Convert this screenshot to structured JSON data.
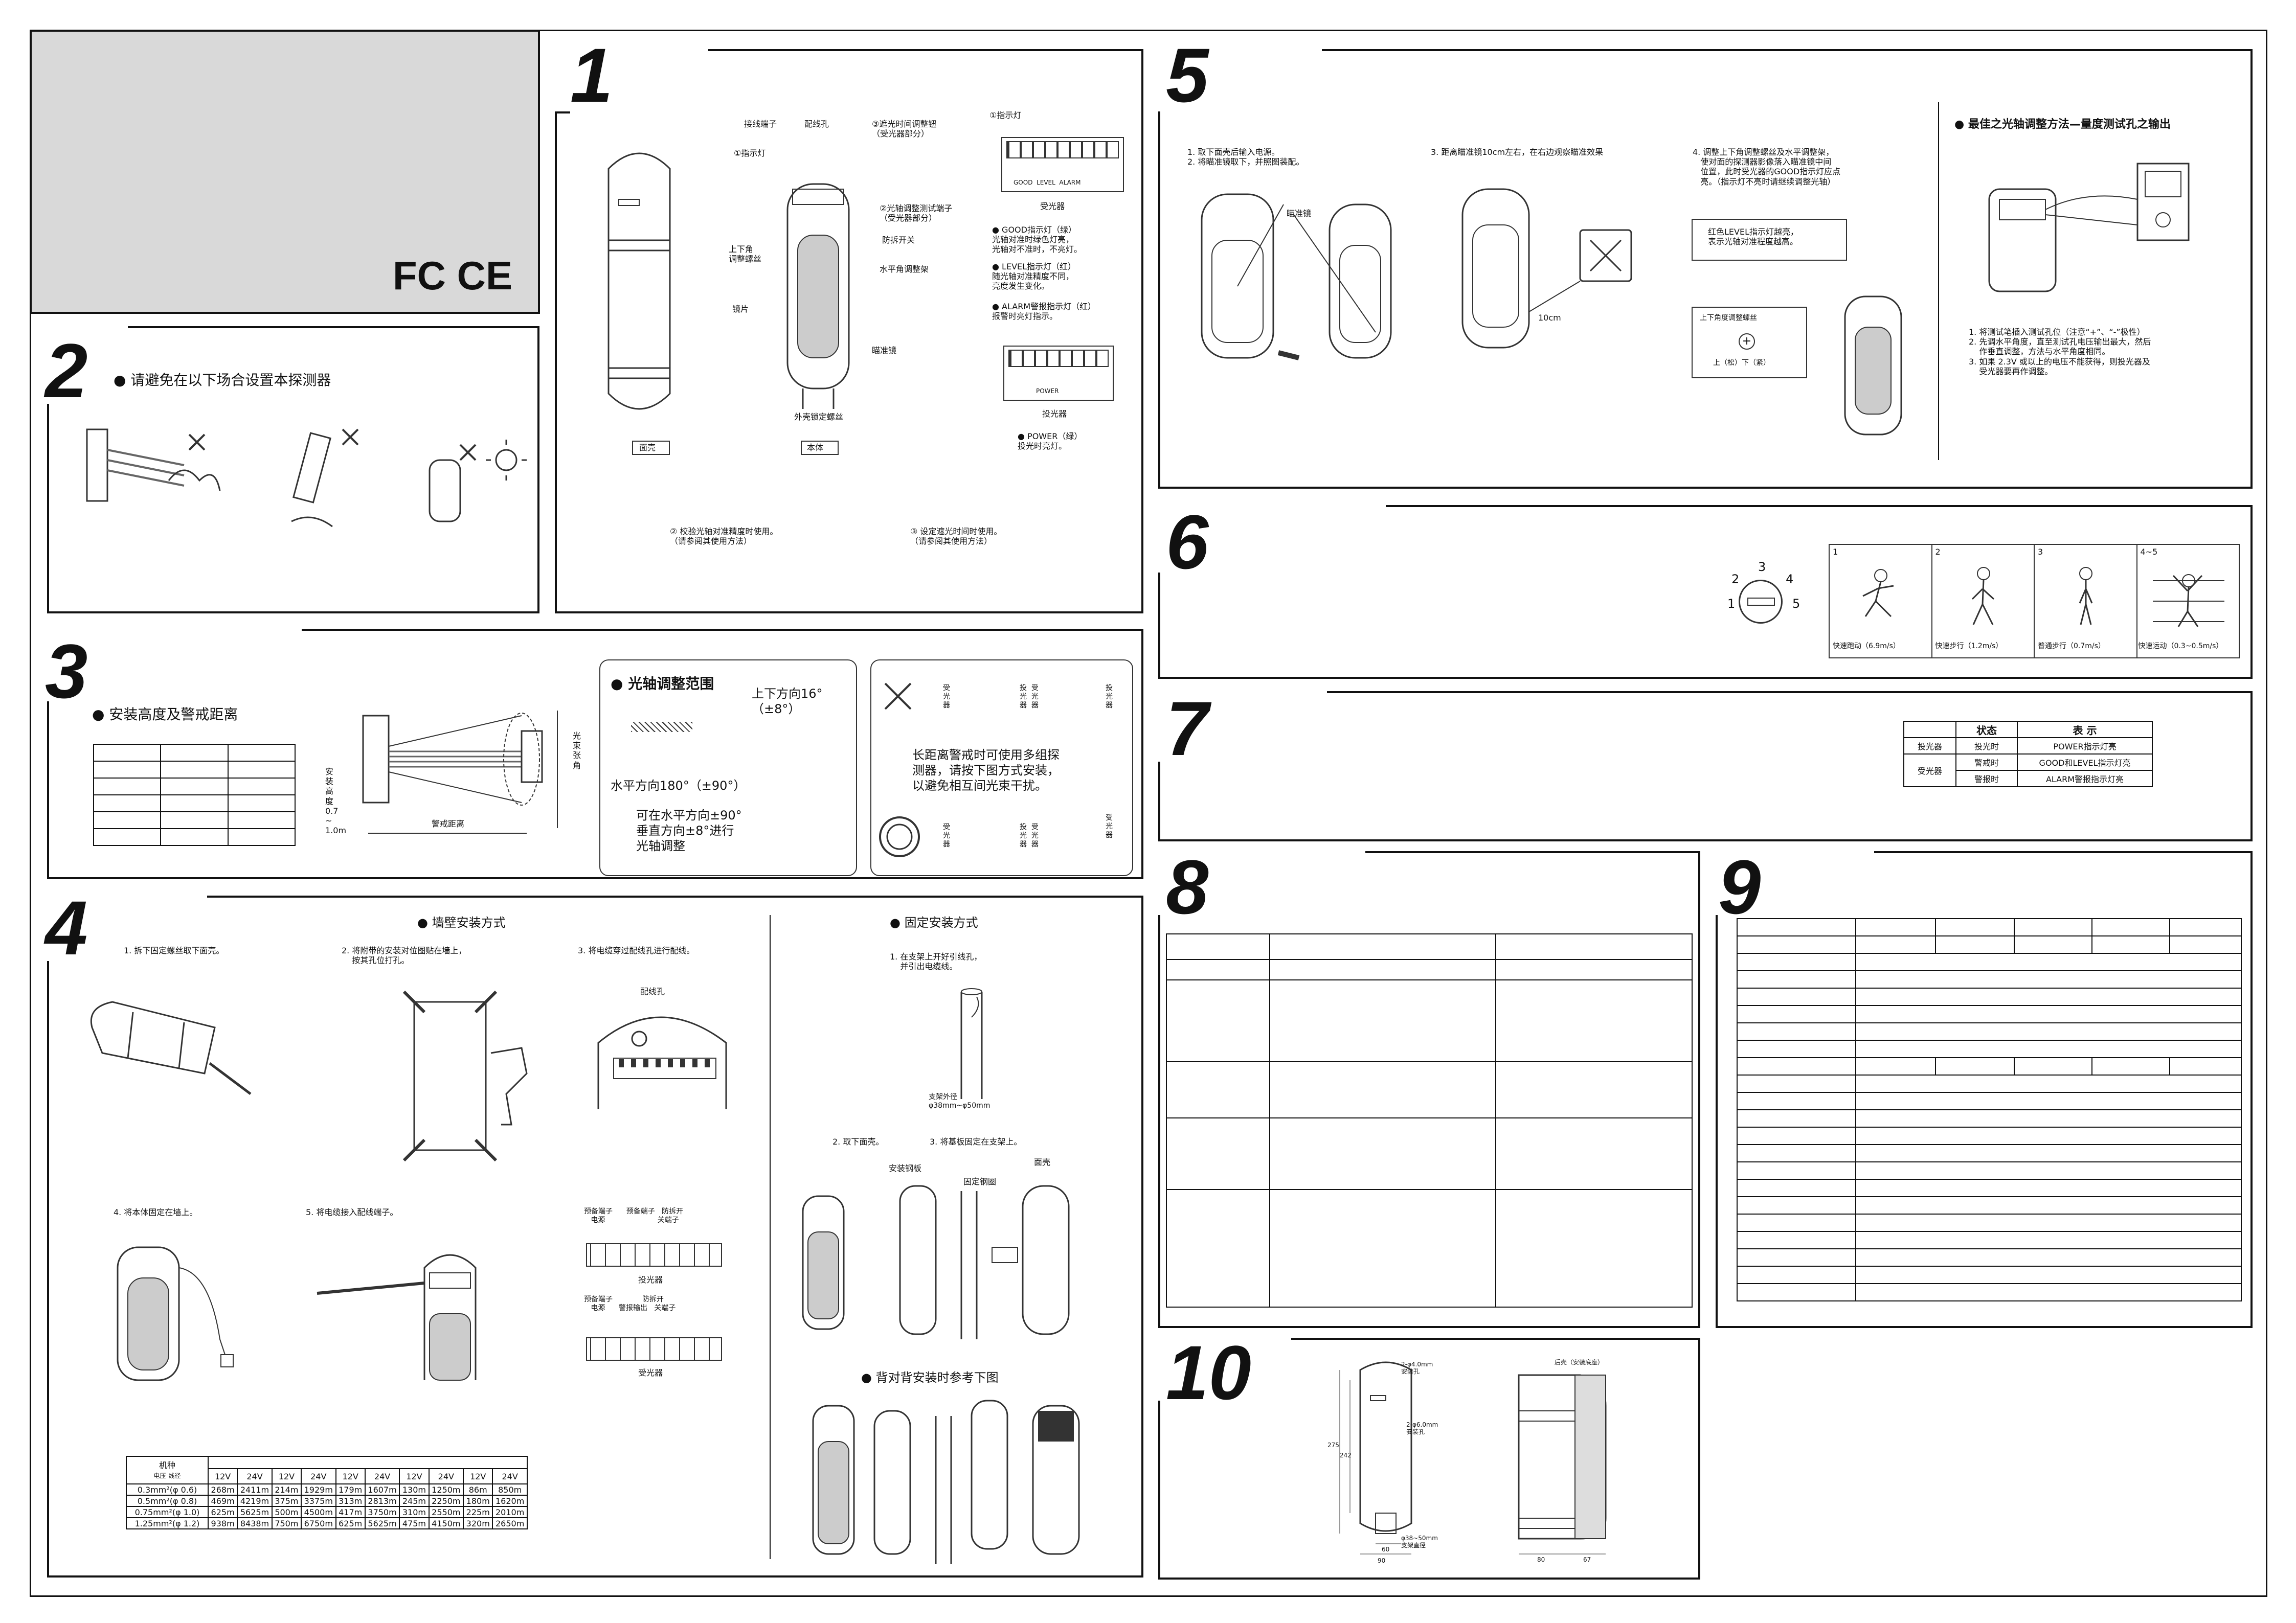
{
  "cert_logos": "FC CE",
  "section_numbers": [
    "1",
    "2",
    "3",
    "4",
    "5",
    "6",
    "7",
    "8",
    "9",
    "10"
  ],
  "s1": {
    "labels": {
      "terminal": "接线端子",
      "wire_hole": "配线孔",
      "indicator": "①指示灯",
      "shade_knob": "③遮光时间调整钮\n（受光器部分）",
      "test_port": "②光轴调整测试端子\n（受光器部分）",
      "tamper": "防拆开关",
      "ud_screw": "上下角\n调整螺丝",
      "h_bracket": "水平角调整架",
      "lens": "镜片",
      "sight": "瞄准镜",
      "cover_screw": "外壳锁定螺丝",
      "cover": "面壳",
      "body": "本体"
    },
    "indicator_title": "①指示灯",
    "indicator_leds": "GOOD  LEVEL  ALARM",
    "receiver": "受光器",
    "legend": [
      "GOOD指示灯（绿）\n光轴对准时绿色灯亮，\n光轴对不准时，不亮灯。",
      "LEVEL指示灯（红）\n随光轴对准精度不同，\n亮度发生变化。",
      "ALARM警报指示灯（红）\n报警时亮灯指示。"
    ],
    "power_led": "POWER",
    "transmitter": "投光器",
    "power_note": "POWER（绿）\n投光时亮灯。",
    "note2": "② 校验光轴对准精度时使用。\n（请参阅其使用方法）",
    "note3": "③ 设定遮光时间时使用。\n（请参阅其使用方法）"
  },
  "s2": {
    "title": "请避免在以下场合设置本探测器"
  },
  "s3": {
    "title": "安装高度及警戒距离",
    "height_label": "安\n装\n高\n度\n0.7\n~\n1.0m",
    "distance_label": "警戒距离",
    "beam_angle": "光\n束\n张\n角",
    "axis_title": "光轴调整范围",
    "vertical": "上下方向16°\n（±8°）",
    "horizontal": "水平方向180°（±90°）",
    "range_note": "可在水平方向±90°\n垂直方向±8°进行\n光轴调整",
    "multi_note": "长距离警戒时可使用多组探\n测器，请按下图方式安装，\n以避免相互间光束干扰。",
    "rx": "受\n光\n器",
    "tx": "投\n光\n器",
    "tx_rx": "投  受\n光  光\n器  器"
  },
  "s4": {
    "wall_title": "墙壁安装方式",
    "pole_title": "固定安装方式",
    "steps": [
      "1. 拆下固定螺丝取下面壳。",
      "2. 将附带的安装对位图贴在墙上，\n    按其孔位打孔。",
      "3. 将电缆穿过配线孔进行配线。",
      "4. 将本体固定在墙上。",
      "5. 将电缆接入配线端子。"
    ],
    "wire_hole": "配线孔",
    "pole_steps": [
      "1. 在支架上开好引线孔，\n    并引出电缆线。",
      "2. 取下面壳。",
      "3. 将基板固定在支架上。"
    ],
    "pole_size": "支架外径\nφ38mm~φ50mm",
    "mount_plate": "安装钢板",
    "fix_ring": "固定钢圈",
    "cover": "面壳",
    "tx_terms": "预备端子      预备端子   防拆开\n   电源                       关端子",
    "tx_label": "投光器",
    "rx_terms": "预备端子             防拆开\n   电源      警报输出   关端子",
    "rx_label": "受光器",
    "back_title": "背对背安装时参考下图",
    "table": {
      "hdr1": "机种",
      "hdr2": "电压",
      "hdr3": "线径",
      "volts": [
        "12V",
        "24V",
        "12V",
        "24V",
        "12V",
        "24V",
        "12V",
        "24V",
        "12V",
        "24V"
      ],
      "rows": [
        [
          "0.3mm²(φ 0.6)",
          "268m",
          "2411m",
          "214m",
          "1929m",
          "179m",
          "1607m",
          "130m",
          "1250m",
          "86m",
          "850m"
        ],
        [
          "0.5mm²(φ 0.8)",
          "469m",
          "4219m",
          "375m",
          "3375m",
          "313m",
          "2813m",
          "245m",
          "2250m",
          "180m",
          "1620m"
        ],
        [
          "0.75mm²(φ 1.0)",
          "625m",
          "5625m",
          "500m",
          "4500m",
          "417m",
          "3750m",
          "310m",
          "2550m",
          "225m",
          "2010m"
        ],
        [
          "1.25mm²(φ 1.2)",
          "938m",
          "8438m",
          "750m",
          "6750m",
          "625m",
          "5625m",
          "475m",
          "4150m",
          "320m",
          "2650m"
        ]
      ]
    }
  },
  "s5": {
    "step1": "1. 取下面壳后输入电源。\n2. 将瞄准镜取下，并照图装配。",
    "sight": "瞄准镜",
    "step3": "3. 距离瞄准镜10cm左右，在右边观察瞄准效果",
    "dist": "10cm",
    "step4": "4. 调整上下角调整螺丝及水平调整架，\n   使对面的探测器影像落入瞄准镜中间\n   位置，此时受光器的GOOD指示灯应点\n   亮。（指示灯不亮时请继续调整光轴）",
    "level_note": "红色LEVEL指示灯越亮，\n表示光轴对准程度越高。",
    "screw": "上下角度调整螺丝",
    "updown": "上（松）下（紧）",
    "best_title": "最佳之光轴调整方法—量度测试孔之输出",
    "best_steps": "1. 将测试笔插入测试孔位（注意“+”、“-”极性）\n2. 先调水平角度，直至测试孔电压输出最大，然后\n    作垂直调整，方法与水平角度相同。\n3. 如果 2.3V 或以上的电压不能获得，则投光器及\n    受光器要再作调整。"
  },
  "s6": {
    "dial": [
      "1",
      "2",
      "3",
      "4",
      "5"
    ],
    "cells": [
      {
        "n": "1",
        "cap": "快速跑动（6.9m/s）"
      },
      {
        "n": "2",
        "cap": "快速步行（1.2m/s）"
      },
      {
        "n": "3",
        "cap": "普通步行（0.7m/s）"
      },
      {
        "n": "4~5",
        "cap": "快速运动（0.3~0.5m/s）"
      }
    ]
  },
  "s7": {
    "h_state": "状态",
    "h_show": "表    示",
    "rows": [
      [
        "投光器",
        "投光时",
        "POWER指示灯亮"
      ],
      [
        "受光器",
        "警戒时",
        "GOOD和LEVEL指示灯亮"
      ],
      [
        "",
        "警报时",
        "ALARM警报指示灯亮"
      ]
    ]
  },
  "s10": {
    "dims": [
      "2-φ4.0mm\n安装孔",
      "2-φ6.0mm\n安装孔",
      "275",
      "242",
      "φ38~50mm\n支架直径",
      "60",
      "90",
      "80",
      "67",
      "后壳（安装底座）"
    ]
  }
}
